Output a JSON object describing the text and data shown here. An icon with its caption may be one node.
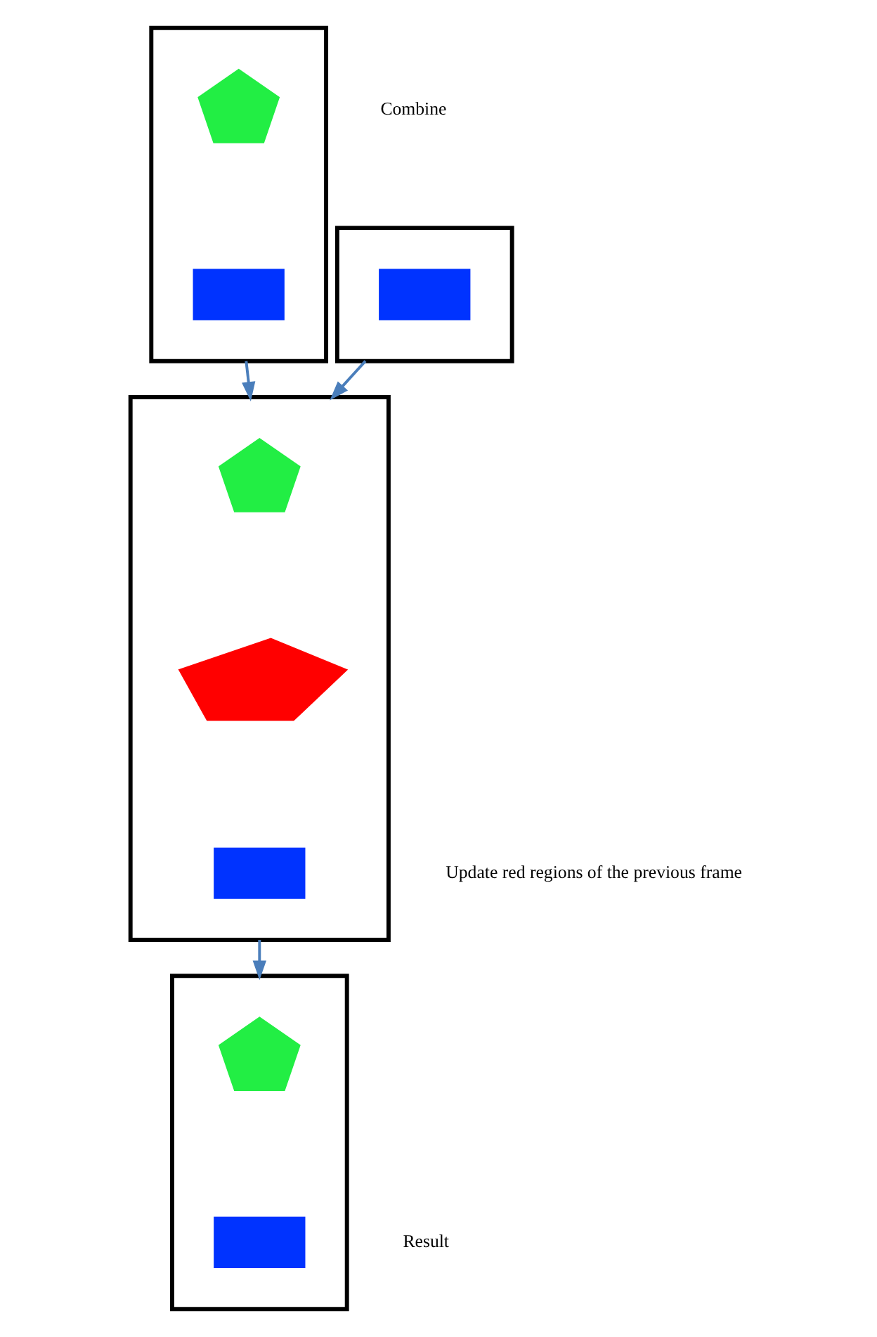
{
  "diagram": {
    "nodes": [
      {
        "text": [],
        "shape": "box"
      },
      {
        "text": [],
        "shape": "pentagon",
        "in": 0
      },
      {
        "text": [],
        "shape": "box",
        "in": 0
      },
      {
        "text": [],
        "shape": "box"
      },
      {
        "text": [],
        "shape": "box",
        "in": 3
      },
      {
        "text": [],
        "shape": "box",
        "beside": [
          "Update red regions of the previous frame"
        ]
      },
      {
        "text": [],
        "shape": "pentagon",
        "in": 5
      },
      {
        "text": [],
        "shape": "polygon",
        "in": 5
      },
      {
        "text": [],
        "shape": "box",
        "in": 5
      },
      {
        "text": [],
        "shape": "box",
        "beside": [
          "Result"
        ]
      },
      {
        "text": [],
        "shape": "pentagon",
        "in": 9
      },
      {
        "text": [],
        "shape": "box",
        "in": 9
      }
    ],
    "edges": [
      {
        "from": 0,
        "to": 5,
        "arrow": "to"
      },
      {
        "from": 3,
        "to": 5,
        "arrow": "to"
      },
      {
        "from": 5,
        "to": 9,
        "arrow": "to"
      }
    ],
    "labels": [
      "Combine"
    ]
  }
}
